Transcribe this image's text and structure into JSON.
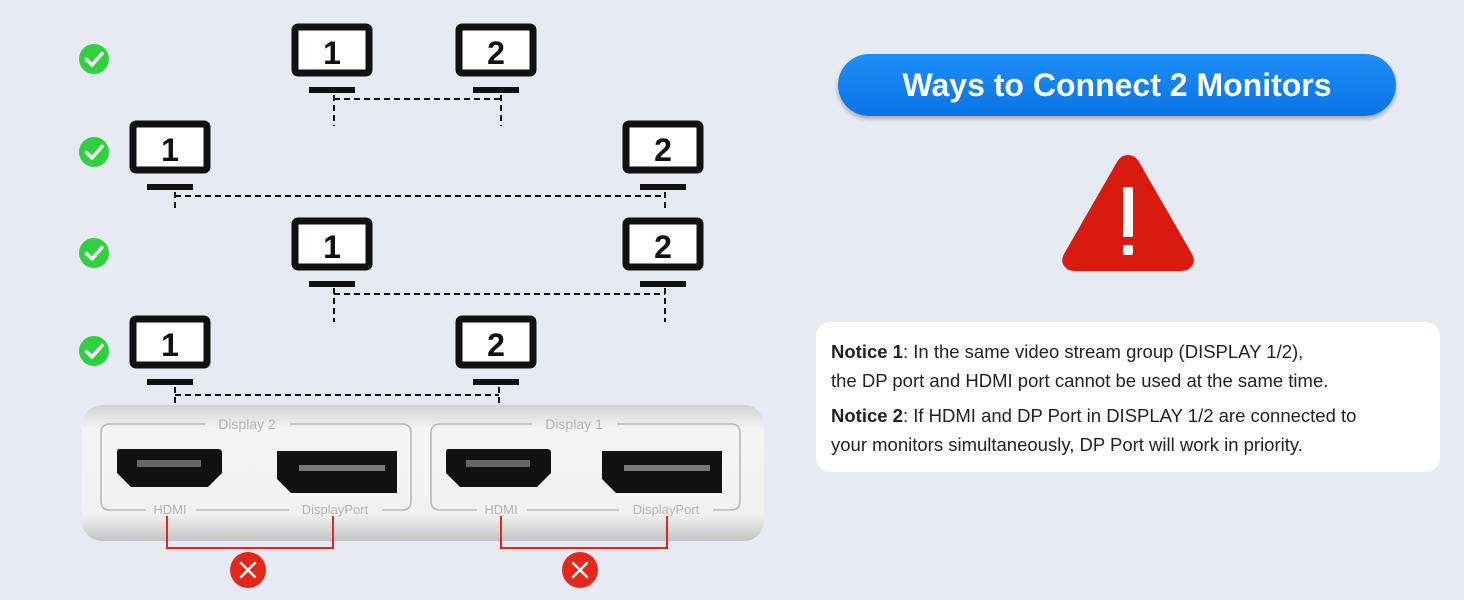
{
  "title": "Ways to Connect 2 Monitors",
  "colors": {
    "accent": "#1281ef",
    "warning": "#d91b0f",
    "check": "#2fd13f",
    "cross": "#e3271b",
    "background": "#e8eaf3"
  },
  "icons": {
    "check": "check-circle-icon",
    "cross": "cross-circle-icon",
    "warning": "warning-triangle-icon",
    "monitor": "monitor-icon"
  },
  "monitors": {
    "first_label": "1",
    "second_label": "2"
  },
  "configurations": [
    {
      "status": "ok",
      "monitor_1": "1",
      "monitor_2": "2"
    },
    {
      "status": "ok",
      "monitor_1": "1",
      "monitor_2": "2"
    },
    {
      "status": "ok",
      "monitor_1": "1",
      "monitor_2": "2"
    },
    {
      "status": "ok",
      "monitor_1": "1",
      "monitor_2": "2"
    }
  ],
  "device": {
    "groups": [
      {
        "label": "Display 2",
        "ports": [
          "HDMI",
          "DisplayPort"
        ],
        "simultaneous": "not allowed"
      },
      {
        "label": "Display 1",
        "ports": [
          "HDMI",
          "DisplayPort"
        ],
        "simultaneous": "not allowed"
      }
    ]
  },
  "notices": [
    {
      "label": "Notice 1",
      "line1": ": In the same video stream group (DISPLAY 1/2),",
      "line2": "the DP port and HDMI port cannot be used at the same time."
    },
    {
      "label": "Notice 2",
      "line1": ": If HDMI and DP Port in DISPLAY 1/2 are connected to",
      "line2": "your monitors simultaneously, DP Port will work in priority."
    }
  ]
}
